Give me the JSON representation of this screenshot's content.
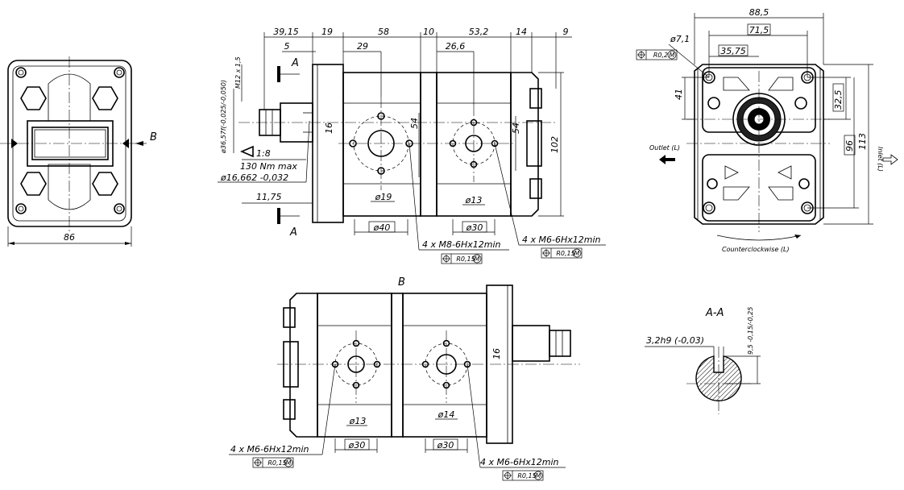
{
  "front_view": {
    "width": "86",
    "view_arrow": "B"
  },
  "side_view": {
    "top_dims": [
      "39,15",
      "19",
      "58",
      "10",
      "53,2",
      "14",
      "9"
    ],
    "second_dims": [
      "5",
      "29",
      "26,6"
    ],
    "section_top": "A",
    "section_bottom": "A",
    "thread": "M12 x 1,5",
    "shaft_dia": "ø36,57f(-0,025/-0,050)",
    "taper": "1:8",
    "torque": "130 Nm max",
    "shaft_dia2": "ø16,662 -0,032",
    "offset": "11,75",
    "key_dim": "16",
    "port_dims": [
      "54",
      "54",
      "102"
    ],
    "port_small": [
      "ø19",
      "ø13"
    ],
    "port_box": [
      "ø40",
      "ø30"
    ],
    "callout_1": "4 x M8-6Hx12min",
    "callout_2": "4 x M6-6Hx12min",
    "tolerance_1": "R0,15",
    "tolerance_2": "R0,15"
  },
  "rear_view": {
    "dims": [
      "88,5",
      "71,5",
      "35,75",
      "ø7,1",
      "41",
      "32,5",
      "96",
      "113"
    ],
    "tolerance": "R0,2",
    "outlet": "Outlet (L)",
    "inlet": "Inlet (L)",
    "rotation": "Counterclockwise (L)"
  },
  "bottom_view": {
    "title": "B",
    "key_dim": "16",
    "port_small": [
      "ø13",
      "ø14"
    ],
    "port_box": [
      "ø30",
      "ø30"
    ],
    "callout_1": "4 x M6-6Hx12min",
    "callout_2": "4 x M6-6Hx12min",
    "tolerance_1": "R0,15",
    "tolerance_2": "R0,15"
  },
  "section_view": {
    "title": "A-A",
    "key_width": "3,2h9 (-0,03)",
    "key_height": "9,5 -0,15/-0,25"
  }
}
